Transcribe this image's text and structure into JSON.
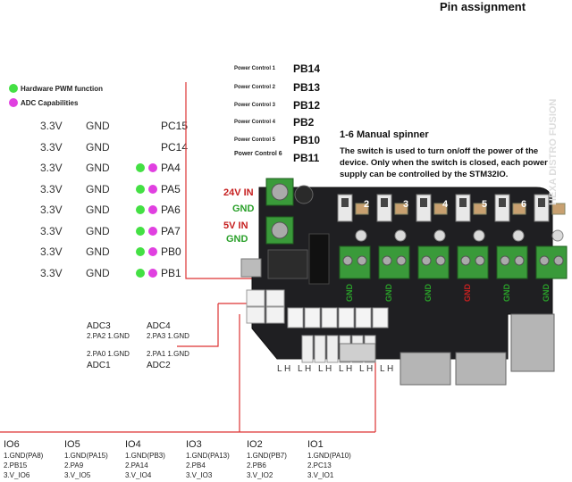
{
  "title": "Pin assignment",
  "legend": [
    {
      "label": "Hardware PWM function",
      "color": "#44e044"
    },
    {
      "label": "ADC Capabilities",
      "color": "#e040e0"
    }
  ],
  "pin_rows": [
    {
      "c1": "3.3V",
      "c2": "GND",
      "pin": "PC15",
      "pwm": false,
      "adc": false
    },
    {
      "c1": "3.3V",
      "c2": "GND",
      "pin": "PC14",
      "pwm": false,
      "adc": false
    },
    {
      "c1": "3.3V",
      "c2": "GND",
      "pin": "PA4",
      "pwm": true,
      "adc": true
    },
    {
      "c1": "3.3V",
      "c2": "GND",
      "pin": "PA5",
      "pwm": true,
      "adc": true
    },
    {
      "c1": "3.3V",
      "c2": "GND",
      "pin": "PA6",
      "pwm": true,
      "adc": true
    },
    {
      "c1": "3.3V",
      "c2": "GND",
      "pin": "PA7",
      "pwm": true,
      "adc": true
    },
    {
      "c1": "3.3V",
      "c2": "GND",
      "pin": "PB0",
      "pwm": true,
      "adc": true
    },
    {
      "c1": "3.3V",
      "c2": "GND",
      "pin": "PB1",
      "pwm": true,
      "adc": true
    }
  ],
  "power_controls": [
    {
      "label": "Power Control 1",
      "pin": "PB14"
    },
    {
      "label": "Power Control 2",
      "pin": "PB13"
    },
    {
      "label": "Power Control 3",
      "pin": "PB12"
    },
    {
      "label": "Power Control 4",
      "pin": "PB2"
    },
    {
      "label": "Power Control 5",
      "pin": "PB10"
    },
    {
      "label": "Power Control 6",
      "pin": "PB11"
    }
  ],
  "spinner": {
    "title": "1-6 Manual spinner",
    "description": "The switch is used to turn on/off the power of the device. Only when the switch is closed, each power supply can be controlled by the STM32IO."
  },
  "board_labels": {
    "v24": "24V IN",
    "gnd1": "GND",
    "v5": "5V IN",
    "gnd2": "GND",
    "brand": "HEXA DISTRO FUSION",
    "lh": [
      "L H",
      "L H",
      "L H",
      "L H",
      "L H",
      "L H"
    ],
    "gnd_channels": [
      "GND",
      "GND",
      "GND",
      "GND",
      "GND",
      "GND"
    ],
    "switch_numbers": [
      "2",
      "3",
      "4",
      "5",
      "6"
    ]
  },
  "adc": [
    {
      "name": "ADC3",
      "l1": "2.PA2 1.GND"
    },
    {
      "name": "ADC4",
      "l1": "2.PA3 1.GND"
    },
    {
      "name": "ADC1",
      "l1": "2.PA0 1.GND"
    },
    {
      "name": "ADC2",
      "l1": "2.PA1 1.GND"
    }
  ],
  "io": [
    {
      "name": "IO6",
      "l1": "1.GND(PA8)",
      "l2": "2.PB15",
      "l3": "3.V_IO6"
    },
    {
      "name": "IO5",
      "l1": "1.GND(PA15)",
      "l2": "2.PA9",
      "l3": "3.V_IO5"
    },
    {
      "name": "IO4",
      "l1": "1.GND(PB3)",
      "l2": "2.PA14",
      "l3": "3.V_IO4"
    },
    {
      "name": "IO3",
      "l1": "1.GND(PA13)",
      "l2": "2.PB4",
      "l3": "3.V_IO3"
    },
    {
      "name": "IO2",
      "l1": "1.GND(PB7)",
      "l2": "2.PB6",
      "l3": "3.V_IO2"
    },
    {
      "name": "IO1",
      "l1": "1.GND(PA10)",
      "l2": "2.PC13",
      "l3": "3.V_IO1"
    }
  ]
}
